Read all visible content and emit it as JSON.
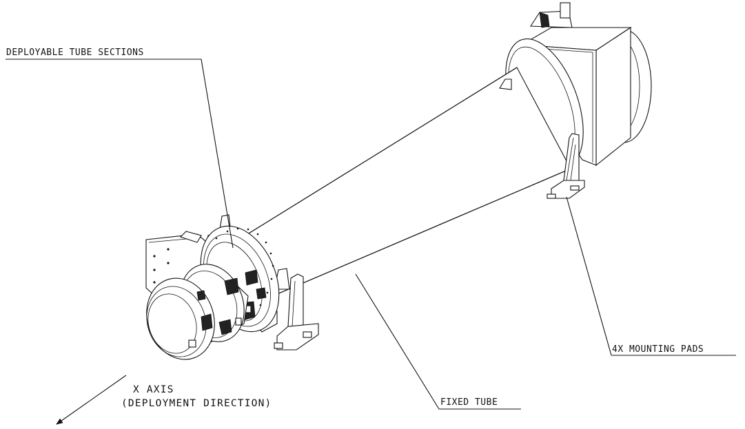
{
  "labels": {
    "deployable_tube_sections": "DEPLOYABLE TUBE SECTIONS",
    "mounting_pads": "4X MOUNTING PADS",
    "fixed_tube": "FIXED TUBE",
    "x_axis_line1": "X AXIS",
    "x_axis_line2": "(DEPLOYMENT DIRECTION)"
  }
}
